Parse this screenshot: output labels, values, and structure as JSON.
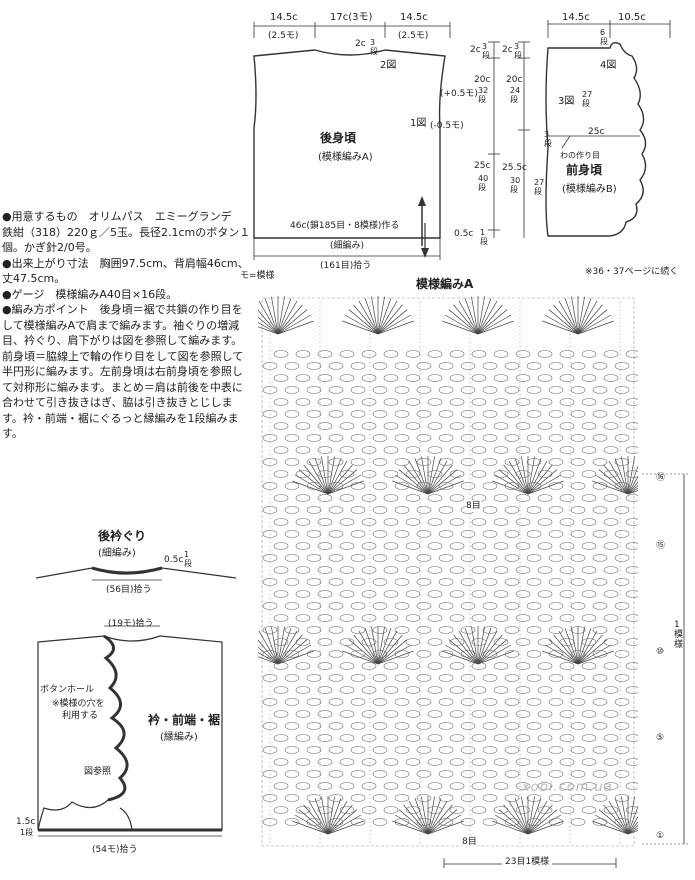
{
  "back_bodice": {
    "title": "後身頃",
    "subtitle": "(模様編みA)",
    "top_left_width": "14.5c",
    "top_left_sub": "(2.5モ)",
    "top_mid_width": "17c(3モ)",
    "top_right_width": "14.5c",
    "top_right_sub": "(2.5モ)",
    "neck_drop": "2c",
    "neck_rows": "3段",
    "fig2": "2図",
    "fig1": "1図",
    "minus_left": "(-0.5モ)",
    "hem_chain": "46c(鎖185目・8模様)作る",
    "hem_edge": "(細編み)",
    "hem_pickup": "(161目)拾う"
  },
  "side_dims": {
    "c1": "2c",
    "r1": "3段",
    "c2": "20c",
    "r2": "32段",
    "c3": "25c",
    "r3": "40段",
    "c4": "0.5c",
    "r4": "1段",
    "c5": "2c",
    "r5": "3段",
    "c6": "20c",
    "r6": "24段",
    "c7": "25.5c",
    "r7": "30段",
    "plus_note": "(+0.5モ)",
    "minus_note": "(-0.5モ)"
  },
  "front_bodice": {
    "title": "前身頃",
    "subtitle": "(模様編みB)",
    "top_left": "14.5c",
    "top_right": "10.5c",
    "neck_rows": "6段",
    "fig4": "4図",
    "fig3": "3図",
    "armhole_rows": "27段",
    "width": "25c",
    "side_rows_a": "3段",
    "loop_note": "わの作り目",
    "side_rows_b": "27段"
  },
  "mo_note": "モ=模様",
  "page_ref": "※36・37ページに続く",
  "materials": {
    "line1": "●用意するもの　オリムパス　エミーグランデ　鉄紺（318）220ｇ／5玉。長径2.1cmのボタン１個。かぎ針2/0号。",
    "line2": "●出来上がり寸法　胸囲97.5cm、背肩幅46cm、丈47.5cm。",
    "line3": "●ゲージ　模様編みA40目×16段。",
    "line4": "●編み方ポイント　後身頃＝裾で共鎖の作り目をして模様編みAで肩まで編みます。袖ぐりの増減目、衿ぐり、肩下がりは図を参照して編みます。前身頃＝脇線上で輪の作り目をして図を参照して半円形に編みます。左前身頃は右前身頃を参照して対称形に編みます。まとめ＝肩は前後を中表に合わせて引き抜きはぎ、脇は引き抜きとじしま す。衿・前端・裾にぐるっと縁編みを1段編みます。"
  },
  "back_neckline": {
    "title": "後衿ぐり",
    "subtitle": "(細編み)",
    "c": "0.5c",
    "rows": "1段",
    "pickup": "(56目)拾う"
  },
  "edging": {
    "neck_pickup": "(19モ)拾う",
    "buttonhole": "ボタンホール",
    "buttonhole_note1": "※模様の穴を",
    "buttonhole_note2": "利用する",
    "label": "衿・前端・裾",
    "label_sub": "(縁編み)",
    "ref": "図参照",
    "c": "1.5c",
    "rows": "1段",
    "pickup": "(54モ)拾う"
  },
  "pattern_a": {
    "title": "模様編みA",
    "stitches_mid": "8目",
    "stitches_bottom": "8目",
    "repeat": "23目1模様",
    "row_16": "⑯",
    "row_15": "⑮",
    "row_10": "⑩",
    "row_5": "⑤",
    "row_1": "①",
    "one_repeat": "1模様"
  },
  "watermark": "xobi.com.ua"
}
